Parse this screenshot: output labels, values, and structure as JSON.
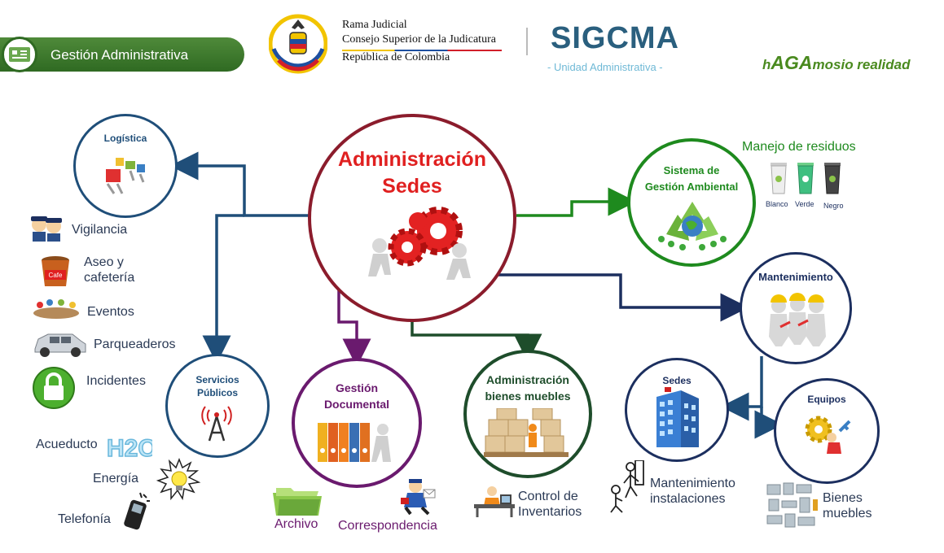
{
  "header": {
    "section_label": "Gestión Administrativa",
    "rama_lines": [
      "Rama Judicial",
      "Consejo Superior de la Judicatura",
      "República de Colombia"
    ],
    "sigcma": "SIGCMA",
    "sigcma_sub": "- Unidad Administrativa -",
    "slogan_a": "h",
    "slogan_b": "AGA",
    "slogan_c": "mosio realidad"
  },
  "center": {
    "line1": "Administración",
    "line2": "Sedes"
  },
  "logistica": {
    "title": "Logística",
    "items": [
      "Vigilancia",
      "Aseo y",
      "cafetería",
      "Eventos",
      "Parqueaderos",
      "Incidentes"
    ],
    "cafe_label": "Cafe"
  },
  "servicios": {
    "title1": "Servicios",
    "title2": "Públicos",
    "items": [
      "Acueducto",
      "Energía",
      "Telefonía"
    ],
    "h2o": "H2O"
  },
  "gestion_doc": {
    "title1": "Gestión",
    "title2": "Documental",
    "items": [
      "Archivo",
      "Correspondencia"
    ]
  },
  "bienes": {
    "title1": "Administración",
    "title2": "bienes muebles",
    "items": [
      "Control de",
      "Inventarios"
    ]
  },
  "ambiental": {
    "title1": "Sistema de",
    "title2": "Gestión Ambiental",
    "residuos": "Manejo de residuos",
    "bins": [
      "Blanco",
      "Verde",
      "Negro"
    ]
  },
  "mantenimiento": {
    "title": "Mantenimiento"
  },
  "sedes": {
    "title": "Sedes",
    "items": [
      "Mantenimiento",
      "instalaciones"
    ]
  },
  "equipos": {
    "title": "Equipos",
    "items": [
      "Bienes",
      "muebles"
    ]
  },
  "colors": {
    "navy": "#1f4e79",
    "maroon": "#8b1c2c",
    "purple": "#6a1a6e",
    "dark_green": "#1e4d2b",
    "green": "#1e8a1e",
    "dark_navy": "#1c2f5f",
    "red": "#e02020"
  }
}
